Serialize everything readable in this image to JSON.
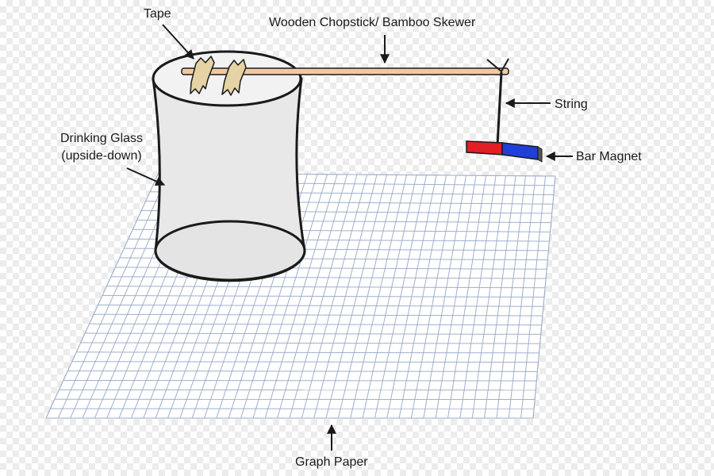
{
  "labels": {
    "tape": "Tape",
    "skewer": "Wooden Chopstick/ Bamboo Skewer",
    "string": "String",
    "glass_line1": "Drinking Glass",
    "glass_line2": "(upside-down)",
    "magnet": "Bar Magnet",
    "graph_paper": "Graph Paper"
  },
  "colors": {
    "grid_line": "#9fb0cc",
    "glass_fill": "#e8e8e8",
    "glass_stroke": "#1a1a1a",
    "skewer_fill": "#f0c9a4",
    "tape_fill": "#e6d3a5",
    "magnet_north": "#e31e24",
    "magnet_south": "#1f3fd6",
    "string": "#1a1a1a"
  }
}
